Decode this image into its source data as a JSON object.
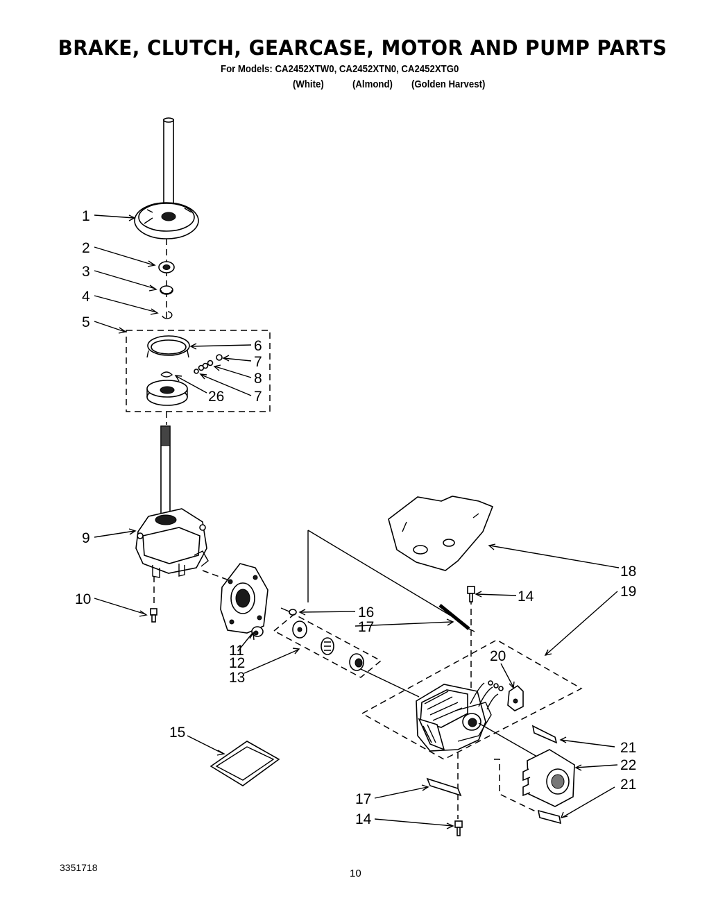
{
  "header": {
    "title": "BRAKE, CLUTCH, GEARCASE, MOTOR AND PUMP PARTS",
    "models_line": "For Models: CA2452XTW0, CA2452XTN0, CA2452XTG0",
    "color_white": "(White)",
    "color_almond": "(Almond)",
    "color_golden": "(Golden Harvest)"
  },
  "callouts": {
    "c1": "1",
    "c2": "2",
    "c3": "3",
    "c4": "4",
    "c5": "5",
    "c6": "6",
    "c7a": "7",
    "c7b": "7",
    "c8": "8",
    "c26": "26",
    "c9": "9",
    "c10": "10",
    "c11": "11",
    "c12": "12",
    "c13": "13",
    "c14a": "14",
    "c14b": "14",
    "c15": "15",
    "c16": "16",
    "c17a": "17",
    "c17b": "17",
    "c18": "18",
    "c19": "19",
    "c20": "20",
    "c21a": "21",
    "c21b": "21",
    "c22": "22"
  },
  "footer": {
    "doc_number": "3351718",
    "page_number": "10"
  }
}
